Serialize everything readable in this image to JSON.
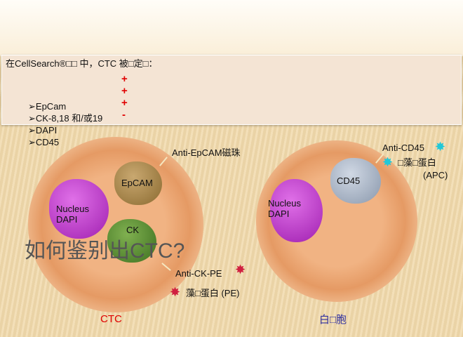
{
  "intro": "在CellSearch®□□ 中，CTC 被□定□：",
  "markers": [
    {
      "label": "EpCam",
      "sign": "+"
    },
    {
      "label": "CK-8,18 和/或19",
      "sign": "+"
    },
    {
      "label": "DAPI",
      "sign": "+"
    },
    {
      "label": "CD45",
      "sign": "-"
    }
  ],
  "ctc_cell": {
    "nucleus": "Nucleus\nDAPI",
    "nucleus_l1": "Nucleus",
    "nucleus_l2": "DAPI",
    "epcam": "EpCAM",
    "ck": "CK",
    "anti_epcam": "Anti-EpCAM磁珠",
    "anti_ck": "Anti-CK-PE",
    "pe": "藻□蛋白 (PE)",
    "caption": "CTC"
  },
  "wbc_cell": {
    "nucleus_l1": "Nucleus",
    "nucleus_l2": "DAPI",
    "cd45": "CD45",
    "anti_cd45": "Anti-CD45",
    "apc_l1": "□藻□蛋白",
    "apc_l2": "(APC)",
    "caption": "白□胞"
  },
  "title": "如何鉴别出CTC?",
  "colors": {
    "ctc_caption": "#e00000",
    "wbc_caption": "#3030a0",
    "plus": "#e00000"
  }
}
